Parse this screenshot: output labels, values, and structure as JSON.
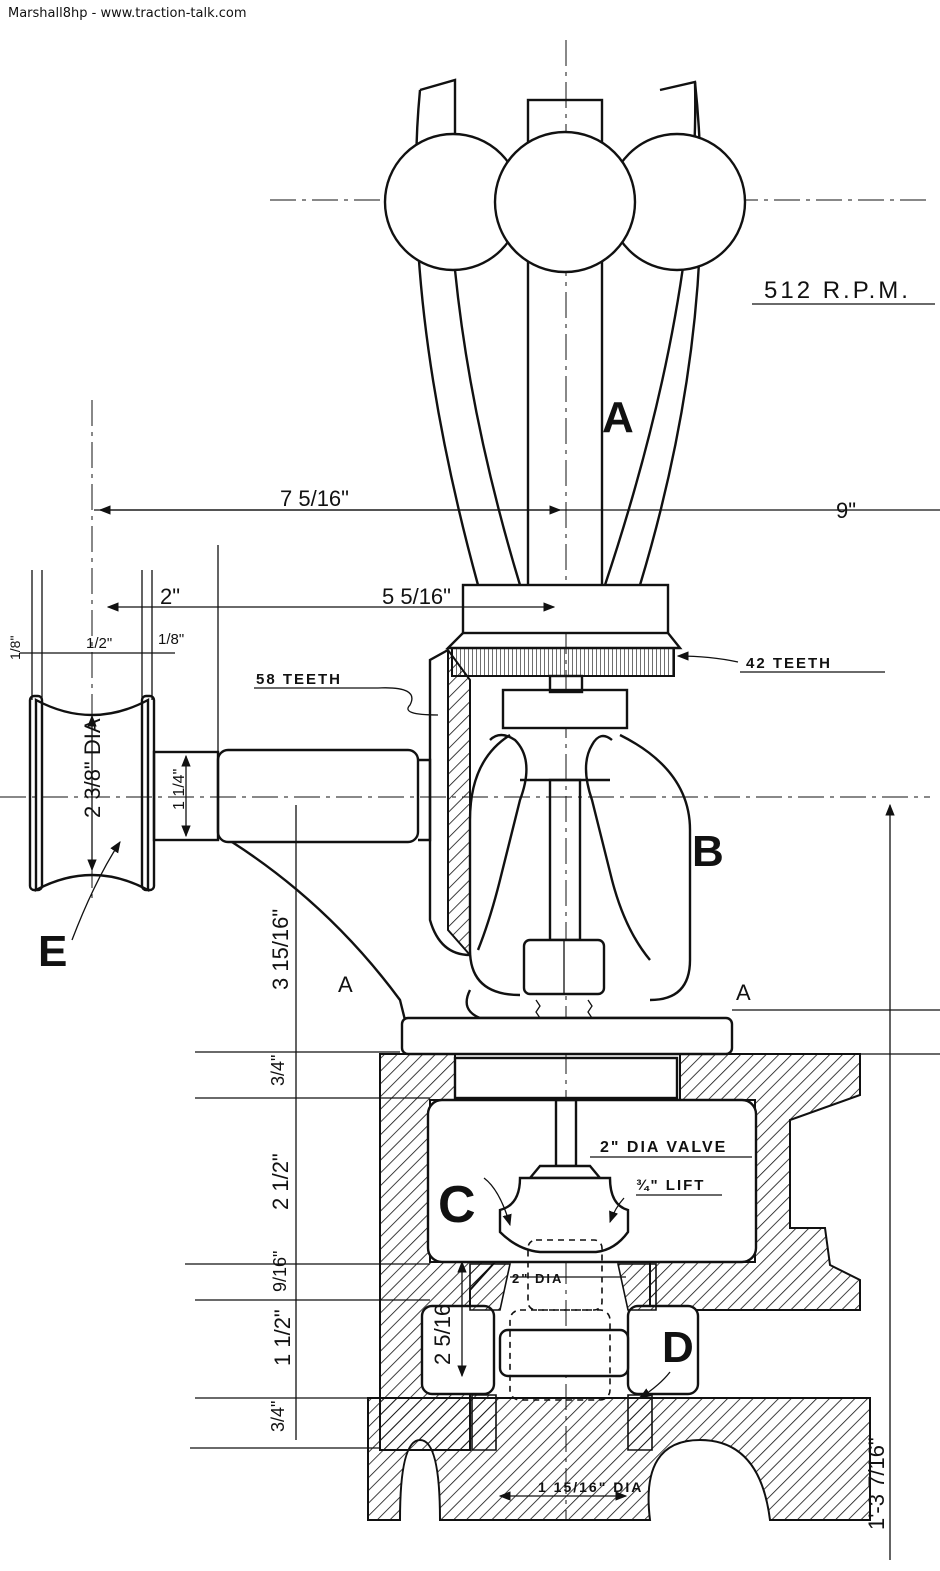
{
  "watermark": "Marshall8hp - www.traction-talk.com",
  "rpm": "512 R.P.M.",
  "parts": {
    "a": "A",
    "b": "B",
    "c": "C",
    "d": "D",
    "e": "E"
  },
  "section": {
    "left": "A",
    "right": "A"
  },
  "gears": {
    "large": "58 TEETH",
    "small": "42 TEETH"
  },
  "valve": {
    "size": "2\" DIA VALVE",
    "lift": "¾\" LIFT",
    "seat": "2\" DIA",
    "seat_depth": "2 5/16",
    "bottom": "1 15/16\" DIA"
  },
  "dims": {
    "d1": "7 5/16\"",
    "d2": "9\"",
    "d3": "5 5/16\"",
    "d4": "2\"",
    "d5": "1/8\"",
    "d6": "1/2\"",
    "d7": "1/8\"",
    "d8": "2 3/8\" DIA",
    "d9": "1 1/4\"",
    "d10": "3 15/16\"",
    "d11": "3/4\"",
    "d12": "2 1/2\"",
    "d13": "9/16\"",
    "d14": "1 1/2\"",
    "d15": "3/4\"",
    "d16": "1'-3 7/16\""
  }
}
